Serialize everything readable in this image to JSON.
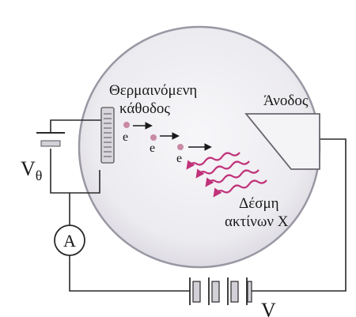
{
  "labels": {
    "heated_cathode": [
      "Θερμαινόμενη",
      "κάθοδος"
    ],
    "anode": "Άνοδος",
    "xray_beam": [
      "Δέσμη",
      "ακτίνων X"
    ],
    "heater_voltage": "V",
    "heater_voltage_sub": "θ",
    "tube_voltage": "V",
    "ammeter": "A",
    "electron": "e"
  },
  "colors": {
    "tube_fill": "#ebe9ee",
    "tube_outline": "#9a97a3",
    "wire": "#2a2a2a",
    "xray": "#c0327a",
    "electron_dot": "#c98aa4",
    "anode_fill": "#f4f3f6",
    "battery_plate": "#d3d0d8"
  }
}
